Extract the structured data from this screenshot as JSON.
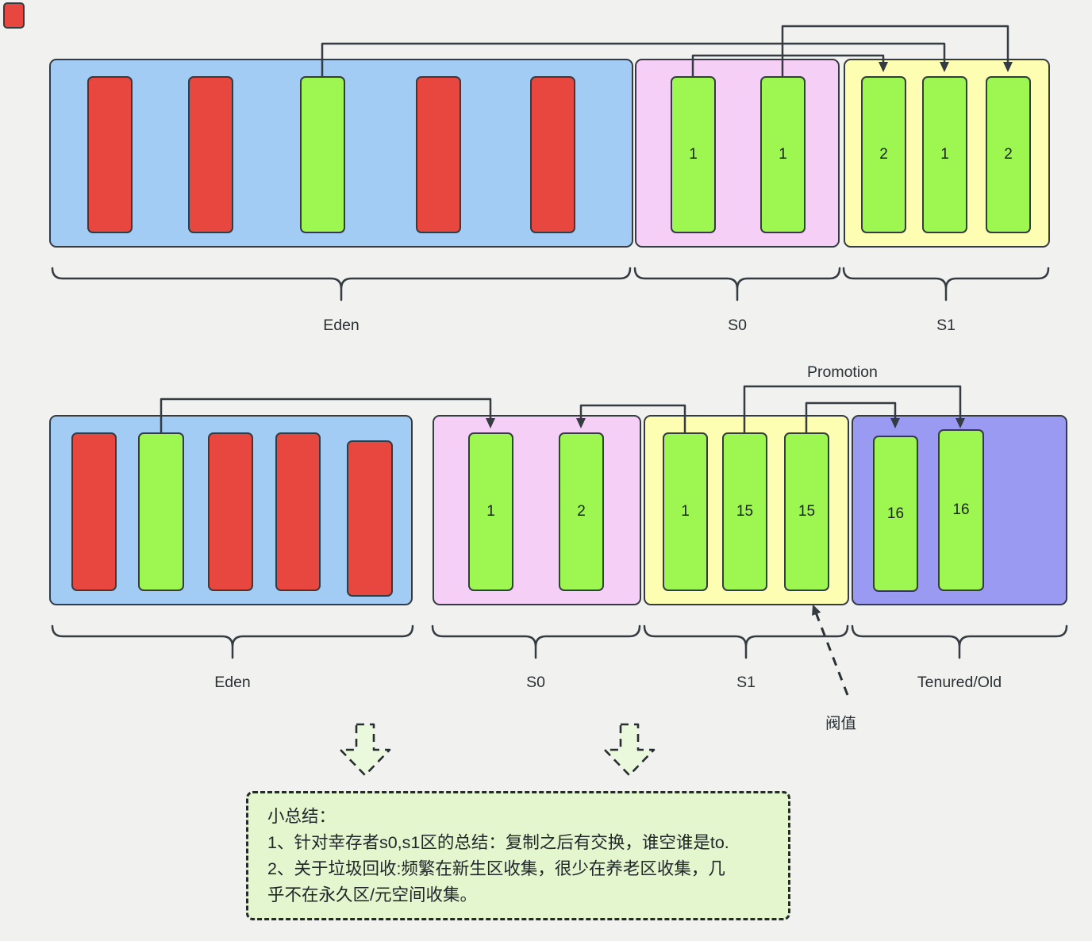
{
  "colors": {
    "bg": "#f1f1f0",
    "stroke": "#343b41",
    "blue": "#a3ccf5",
    "red": "#e8473f",
    "green": "#9df750",
    "pink": "#f6cff7",
    "yellow": "#fdfeb2",
    "purple": "#9b9af2",
    "summary": "#e4f6ce",
    "pale": "#eaf8dc"
  },
  "top_row": {
    "eden_label": "Eden",
    "s0_label": "S0",
    "s1_label": "S1",
    "s0_bars": [
      "1",
      "1"
    ],
    "s1_bars": [
      "2",
      "1",
      "2"
    ]
  },
  "bottom_row": {
    "eden_label": "Eden",
    "s0_label": "S0",
    "s1_label": "S1",
    "tenured_label": "Tenured/Old",
    "s0_bars": [
      "1",
      "2"
    ],
    "s1_bars": [
      "1",
      "15",
      "15"
    ],
    "tenured_bars": [
      "16",
      "16"
    ],
    "promotion_label": "Promotion",
    "threshold_label": "阀值"
  },
  "summary": {
    "lines": [
      "小总结：",
      "1、针对幸存者s0,s1区的总结：复制之后有交换，谁空谁是to.",
      "2、关于垃圾回收:频繁在新生区收集，很少在养老区收集，几",
      "乎不在永久区/元空间收集。"
    ]
  }
}
